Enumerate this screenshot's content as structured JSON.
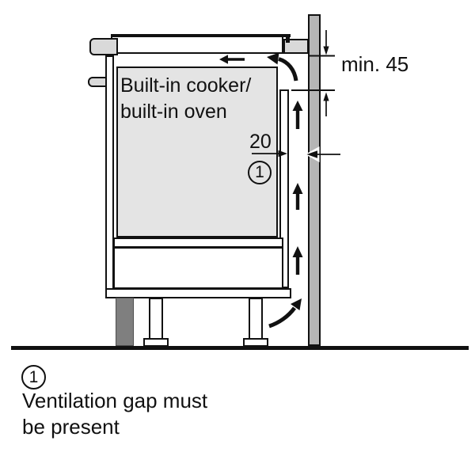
{
  "diagram": {
    "appliance_label_line1": "Built-in cooker/",
    "appliance_label_line2": "built-in oven",
    "top_gap_dimension": "min. 45",
    "side_gap_dimension": "20",
    "callout_number": "1"
  },
  "legend": {
    "callout_number": "1",
    "note_line1": "Ventilation gap must",
    "note_line2": "be present"
  },
  "colors": {
    "line": "#111111",
    "appliance_fill": "#e4e4e4",
    "worktop_trim": "#d9d9d9",
    "wall_fill": "#b5b5b5",
    "plinth_fill": "#7f7f7f",
    "background": "#ffffff"
  },
  "icons": {
    "airflow-up-arrow": "▲",
    "airflow-left-arrow": "←",
    "airflow-curved-arrow": "⤴",
    "dimension-arrow": "↕"
  }
}
